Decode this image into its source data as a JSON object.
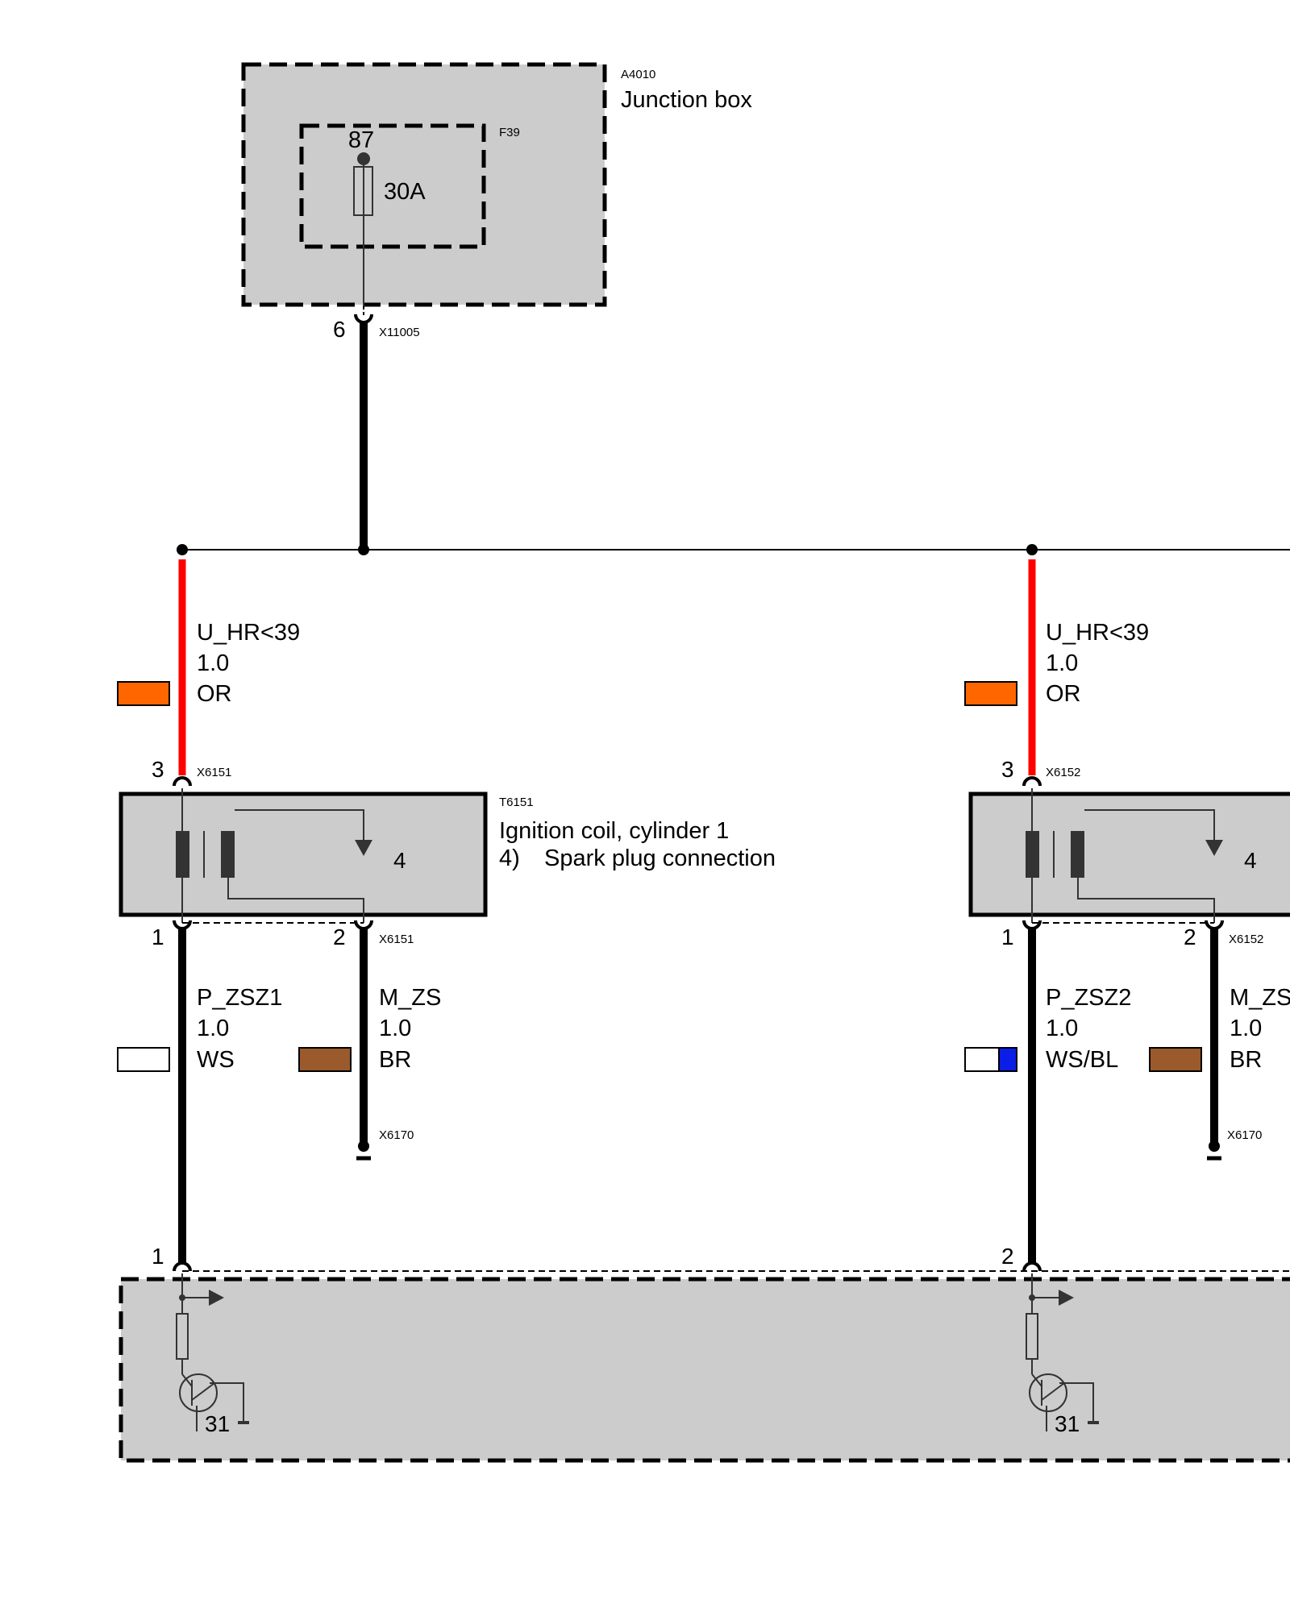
{
  "junction_box": {
    "id": "A4010",
    "name": "Junction box",
    "fuse_id": "F39",
    "fuse_terminal": "87",
    "fuse_rating": "30A",
    "output_pin": "6",
    "output_connector": "X11005"
  },
  "coils": [
    {
      "in_pin": "3",
      "in_connector": "X6151",
      "supply_wire": {
        "signal": "U_HR<39",
        "gauge": "1.0",
        "color_code": "OR",
        "swatch": [
          "#ff6600"
        ]
      },
      "component_id": "T6151",
      "component_name": "Ignition coil, cylinder 1",
      "note_number": "4)",
      "note_text": "Spark plug connection",
      "spark_terminal": "4",
      "out_pin_1": "1",
      "out_pin_2": "2",
      "out_connector": "X6151",
      "signal_wire": {
        "signal": "P_ZSZ1",
        "gauge": "1.0",
        "color_code": "WS",
        "swatch": [
          "#ffffff"
        ]
      },
      "ground_wire": {
        "signal": "M_ZS",
        "gauge": "1.0",
        "color_code": "BR",
        "swatch": [
          "#9b5a2c"
        ]
      },
      "ground_connector": "X6170",
      "ecu_pin": "1",
      "ecu_ground": "31"
    },
    {
      "in_pin": "3",
      "in_connector": "X6152",
      "supply_wire": {
        "signal": "U_HR<39",
        "gauge": "1.0",
        "color_code": "OR",
        "swatch": [
          "#ff6600"
        ]
      },
      "component_id": "",
      "component_name": "",
      "note_number": "",
      "note_text": "",
      "spark_terminal": "4",
      "out_pin_1": "1",
      "out_pin_2": "2",
      "out_connector": "X6152",
      "signal_wire": {
        "signal": "P_ZSZ2",
        "gauge": "1.0",
        "color_code": "WS/BL",
        "swatch": [
          "#ffffff",
          "#0a1ee6"
        ]
      },
      "ground_wire": {
        "signal": "M_ZS",
        "gauge": "1.0",
        "color_code": "BR",
        "swatch": [
          "#9b5a2c"
        ]
      },
      "ground_connector": "X6170",
      "ecu_pin": "2",
      "ecu_ground": "31"
    }
  ],
  "colors": {
    "box_fill": "#cccccc",
    "supply_wire": "#ff0000",
    "wire": "#000000",
    "component_dark": "#333333"
  }
}
